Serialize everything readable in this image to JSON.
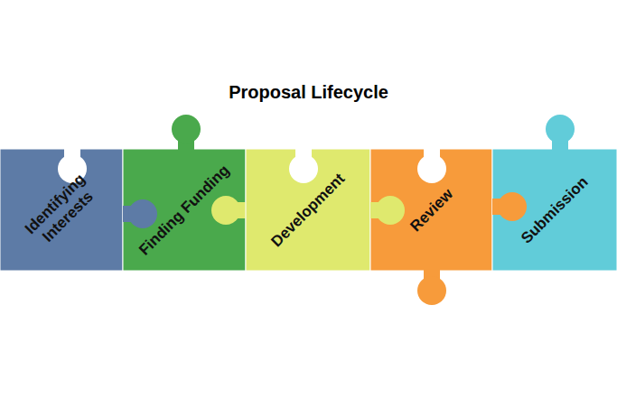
{
  "diagram": {
    "title": "Proposal Lifecycle",
    "nodes": [
      {
        "text": [
          "Identifying Interests"
        ]
      },
      {
        "text": [
          "Finding Funding"
        ]
      },
      {
        "text": [
          "Development"
        ]
      },
      {
        "text": [
          "Review"
        ]
      },
      {
        "text": [
          "Submission"
        ]
      }
    ]
  }
}
